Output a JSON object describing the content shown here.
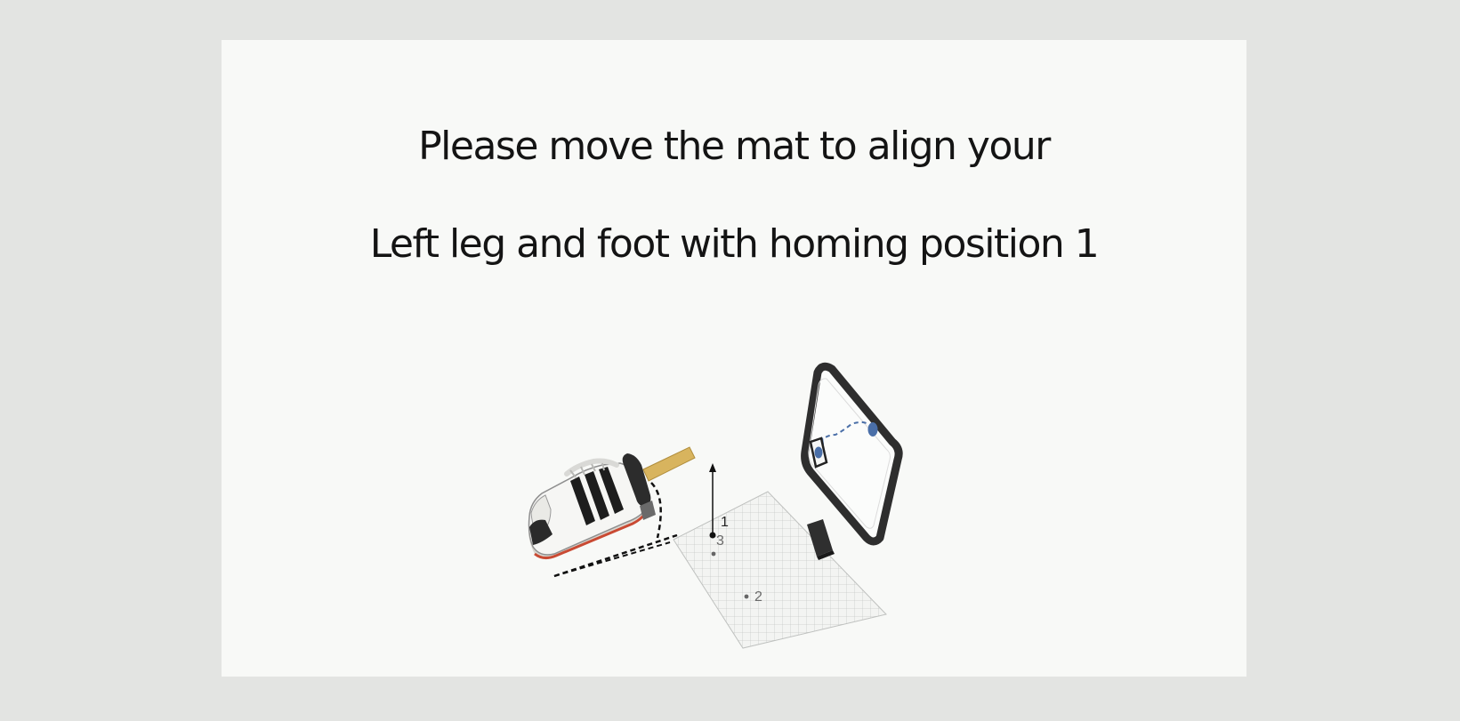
{
  "instruction": {
    "line1": "Please move the mat to align your",
    "line2": "Left leg and foot with homing position 1"
  },
  "illustration": {
    "homing_labels": [
      "1",
      "2",
      "3"
    ]
  },
  "colors": {
    "background": "#e3e4e2",
    "slide": "#f8f9f7",
    "text": "#141414",
    "marker": "#4a6fa8"
  }
}
